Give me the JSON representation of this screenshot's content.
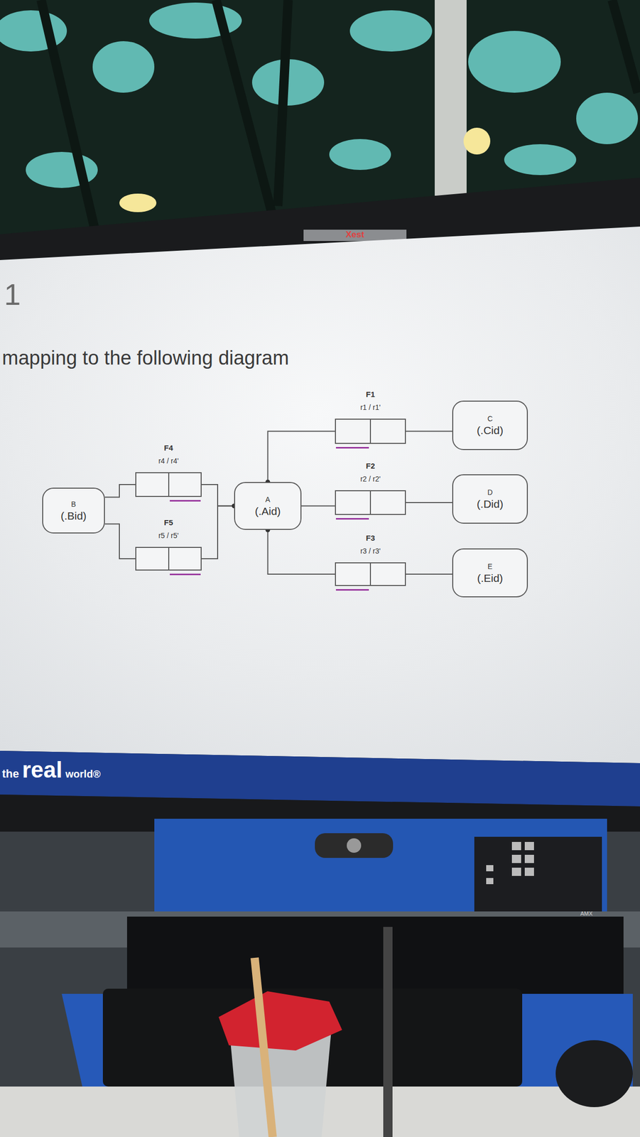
{
  "diagram": {
    "title": "mapping to the following diagram",
    "nodes": [
      {
        "text": [
          "B",
          "(.Bid)"
        ]
      },
      {
        "text": [
          "F4",
          "r4 / r4'"
        ]
      },
      {
        "text": [
          "F5",
          "r5 / r5'"
        ]
      },
      {
        "text": [
          "A",
          "(.Aid)"
        ]
      },
      {
        "text": [
          "F1",
          "r1 / r1'"
        ]
      },
      {
        "text": [
          "F2",
          "r2 / r2'"
        ]
      },
      {
        "text": [
          "F3",
          "r3 / r3'"
        ]
      },
      {
        "text": [
          "C",
          "(.Cid)"
        ]
      },
      {
        "text": [
          "D",
          "(.Did)"
        ]
      },
      {
        "text": [
          "E",
          "(.Eid)"
        ]
      }
    ],
    "edges": [
      {
        "from": 0,
        "to": 1,
        "arrow": "none"
      },
      {
        "from": 1,
        "to": 3,
        "arrow": "none"
      },
      {
        "from": 0,
        "to": 2,
        "arrow": "none"
      },
      {
        "from": 2,
        "to": 3,
        "arrow": "none"
      },
      {
        "from": 3,
        "to": 4,
        "arrow": "none"
      },
      {
        "from": 4,
        "to": 7,
        "arrow": "none"
      },
      {
        "from": 3,
        "to": 5,
        "arrow": "none"
      },
      {
        "from": 5,
        "to": 8,
        "arrow": "none"
      },
      {
        "from": 3,
        "to": 6,
        "arrow": "none"
      },
      {
        "from": 6,
        "to": 9,
        "arrow": "none"
      }
    ],
    "labels": [
      "1",
      "Xest",
      "the",
      "real",
      "world®",
      "AMX"
    ]
  }
}
